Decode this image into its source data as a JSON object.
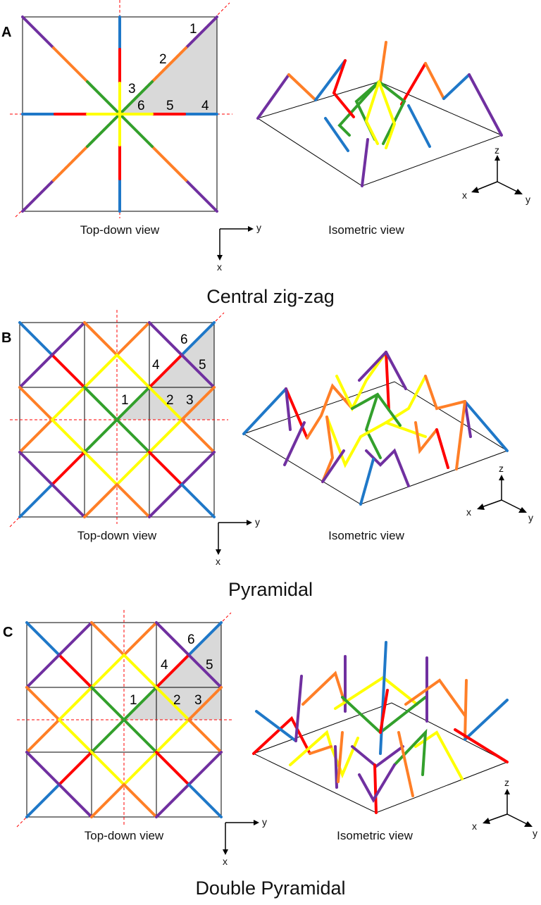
{
  "colors": {
    "purple": "#7030a0",
    "orange": "#ff7f27",
    "green": "#33a02c",
    "red": "#ff0000",
    "yellow": "#ffff00",
    "blue": "#1f78c8",
    "grid": "#000000",
    "guide": "#ff0000",
    "shade": "#d9d9d9"
  },
  "panels": [
    {
      "letter": "A",
      "title": "Central zig-zag",
      "top_caption": "Top-down view",
      "iso_caption": "Isometric view",
      "numbers": [
        "1",
        "2",
        "3",
        "4",
        "5",
        "6"
      ],
      "axes_top": {
        "right": "y",
        "down": "x"
      },
      "axes_iso": {
        "up": "z",
        "left": "x",
        "right": "y"
      }
    },
    {
      "letter": "B",
      "title": "Pyramidal",
      "top_caption": "Top-down view",
      "iso_caption": "Isometric view",
      "numbers": [
        "1",
        "2",
        "3",
        "4",
        "5",
        "6"
      ],
      "axes_top": {
        "right": "y",
        "down": "x"
      },
      "axes_iso": {
        "up": "z",
        "left": "x",
        "right": "y"
      }
    },
    {
      "letter": "C",
      "title": "Double Pyramidal",
      "top_caption": "Top-down view",
      "iso_caption": "Isometric view",
      "numbers": [
        "1",
        "2",
        "3",
        "4",
        "5",
        "6"
      ],
      "axes_top": {
        "right": "y",
        "down": "x"
      },
      "axes_iso": {
        "up": "z",
        "left": "x",
        "right": "y"
      }
    }
  ]
}
